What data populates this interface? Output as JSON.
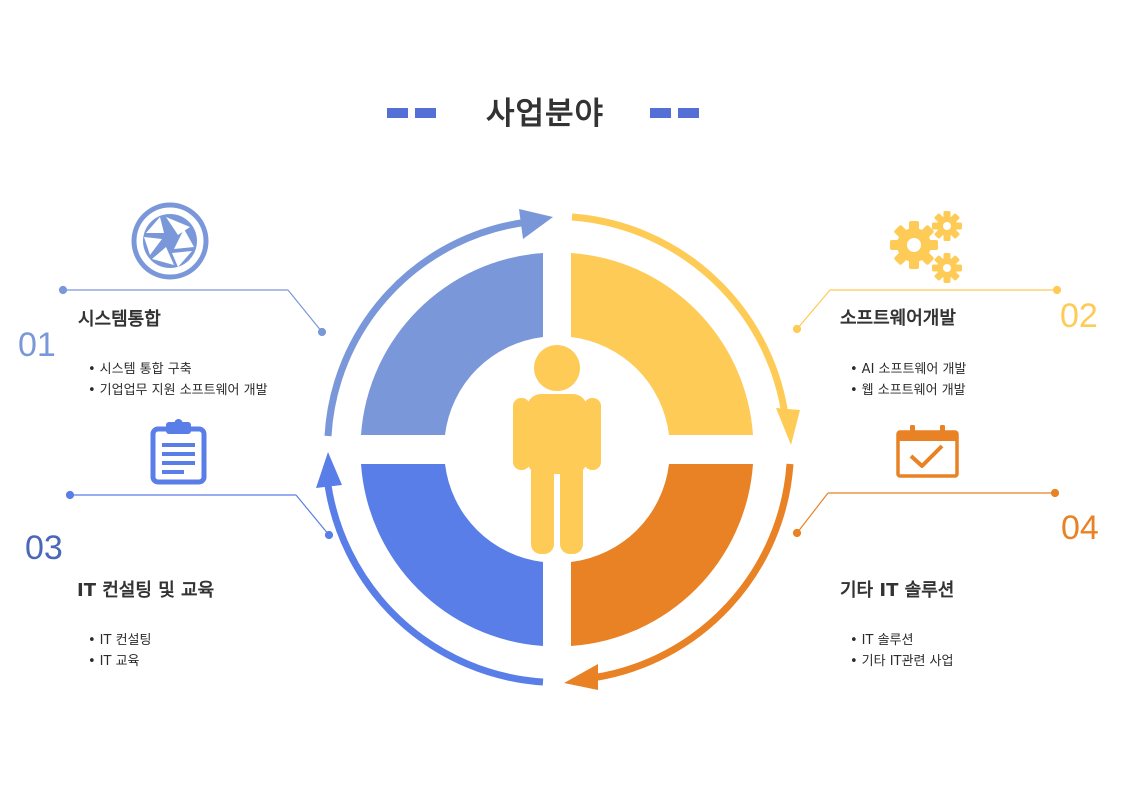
{
  "title": "사업분야",
  "colors": {
    "accent_blue": "#5470d6",
    "segment_1": "#7a98d9",
    "segment_2": "#fecb56",
    "segment_3": "#5a7ee8",
    "segment_4": "#e88225",
    "person": "#fecb56",
    "title_dash": "#5470d6"
  },
  "sections": [
    {
      "number": "01",
      "title": "시스템통합",
      "icon": "camera-aperture-icon",
      "color": "#7a98d9",
      "bullets": [
        "시스템 통합 구축",
        "기업업무 지원 소프트웨어 개발"
      ]
    },
    {
      "number": "02",
      "title": "소프트웨어개발",
      "icon": "gears-icon",
      "color": "#fecb56",
      "bullets": [
        "AI 소프트웨어 개발",
        "웹 소프트웨어 개발"
      ]
    },
    {
      "number": "03",
      "title": "IT 컨설팅 및 교육",
      "icon": "clipboard-icon",
      "color": "#4a67b8",
      "bullets": [
        "IT 컨설팅",
        "IT 교육"
      ]
    },
    {
      "number": "04",
      "title": "기타 IT 솔루션",
      "icon": "calendar-check-icon",
      "color": "#e88225",
      "bullets": [
        "IT 솔루션",
        "기타 IT관련 사업"
      ]
    }
  ]
}
